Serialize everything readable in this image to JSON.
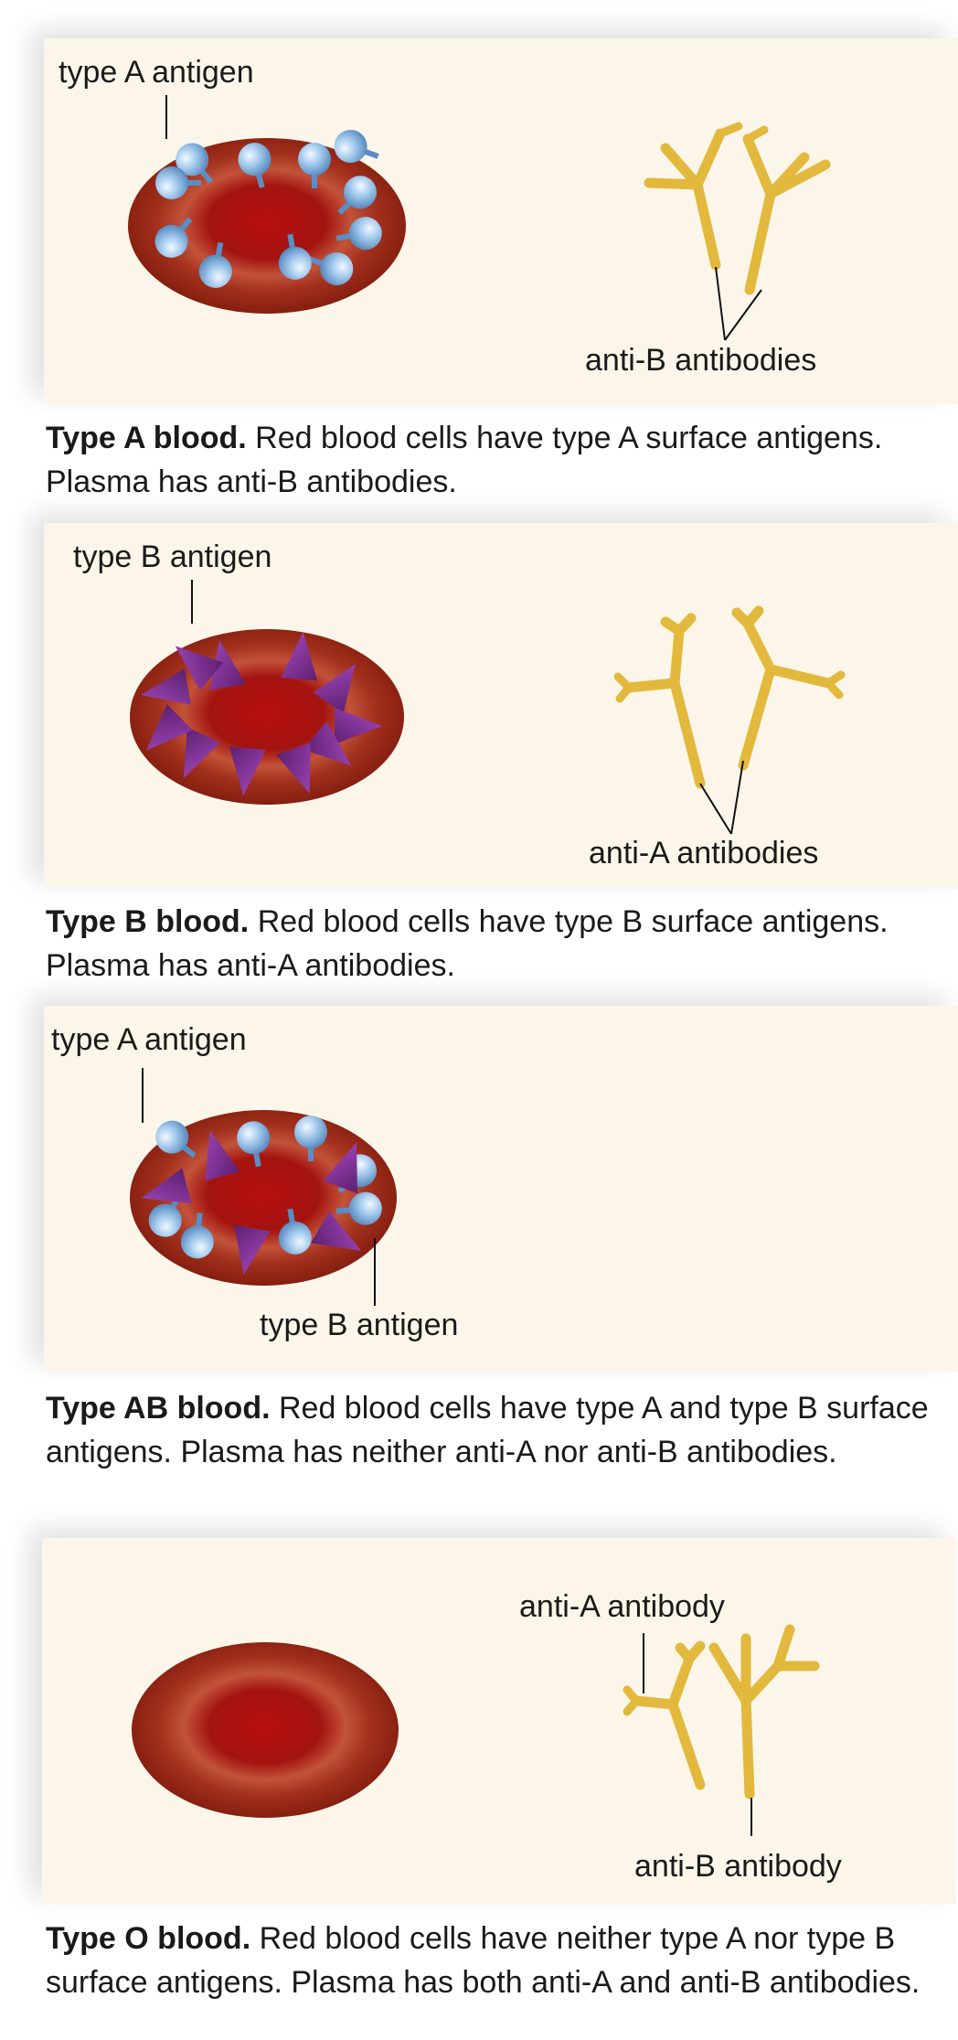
{
  "panels": [
    {
      "id": "type-a",
      "label_cell_antigen": "type A antigen",
      "label_antibodies": "anti-B antibodies",
      "caption_bold": "Type A blood.",
      "caption_text": " Red blood cells have type A surface antigens. Plasma has anti-B antibodies."
    },
    {
      "id": "type-b",
      "label_cell_antigen": "type B antigen",
      "label_antibodies": "anti-A antibodies",
      "caption_bold": "Type B blood.",
      "caption_text": " Red blood cells have type B surface antigens. Plasma has anti-A antibodies."
    },
    {
      "id": "type-ab",
      "label_antigen_a": "type A antigen",
      "label_antigen_b": "type B antigen",
      "caption_bold": "Type AB blood.",
      "caption_text": " Red blood cells have type A and type B surface antigens. Plasma has neither anti-A nor anti-B antibodies."
    },
    {
      "id": "type-o",
      "label_anti_a": "anti-A antibody",
      "label_anti_b": "anti-B antibody",
      "caption_bold": "Type O blood.",
      "caption_text": " Red blood cells have neither type A nor type B surface antigens. Plasma has both anti-A and anti-B antibodies."
    }
  ],
  "colors": {
    "panel_bg": "#fcf6ea",
    "cell_center": "#b30f0f",
    "cell_rim": "#8a1a0c",
    "antigen_a": "#9cc3e8",
    "antigen_b": "#7b2d8e",
    "antibody": "#e8c24a"
  }
}
